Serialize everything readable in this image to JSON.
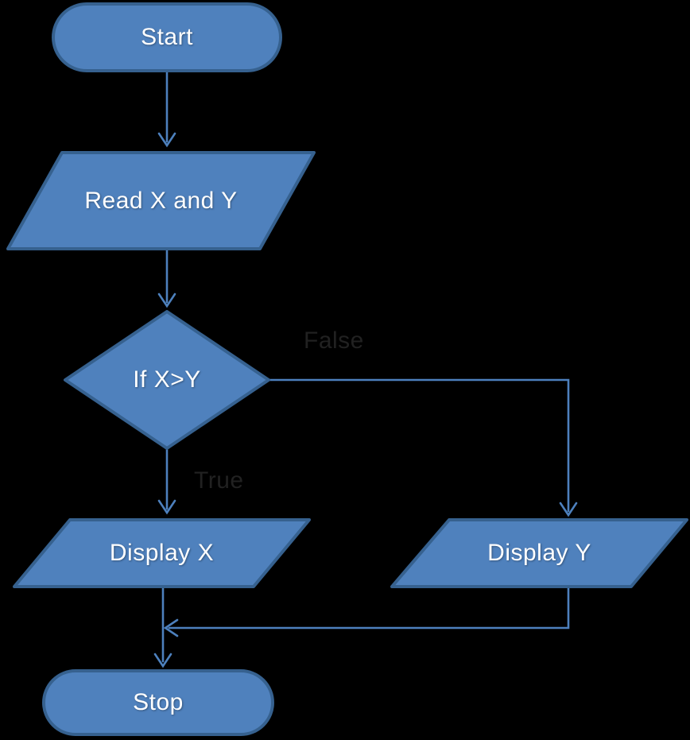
{
  "flowchart": {
    "description": "Flowchart comparing two values X and Y and displaying the larger one",
    "nodes": [
      {
        "id": "start",
        "shape": "terminator",
        "label": "Start"
      },
      {
        "id": "read",
        "shape": "parallelogram",
        "label": "Read X and Y"
      },
      {
        "id": "decision",
        "shape": "diamond",
        "label": "If X>Y"
      },
      {
        "id": "display_x",
        "shape": "parallelogram",
        "label": "Display X"
      },
      {
        "id": "display_y",
        "shape": "parallelogram",
        "label": "Display Y"
      },
      {
        "id": "stop",
        "shape": "terminator",
        "label": "Stop"
      }
    ],
    "edges": [
      {
        "from": "start",
        "to": "read",
        "label": ""
      },
      {
        "from": "read",
        "to": "decision",
        "label": ""
      },
      {
        "from": "decision",
        "to": "display_x",
        "label": "True"
      },
      {
        "from": "decision",
        "to": "display_y",
        "label": "False"
      },
      {
        "from": "display_x",
        "to": "stop",
        "label": ""
      },
      {
        "from": "display_y",
        "to": "stop",
        "label": ""
      }
    ],
    "edge_labels": {
      "true_branch": "True",
      "false_branch": "False"
    },
    "colors": {
      "background": "#000000",
      "node_fill": "#4f81bd",
      "node_border": "#36618f",
      "connector": "#4d80bd",
      "node_text": "#ffffff",
      "edge_label_text": "#212121"
    }
  }
}
